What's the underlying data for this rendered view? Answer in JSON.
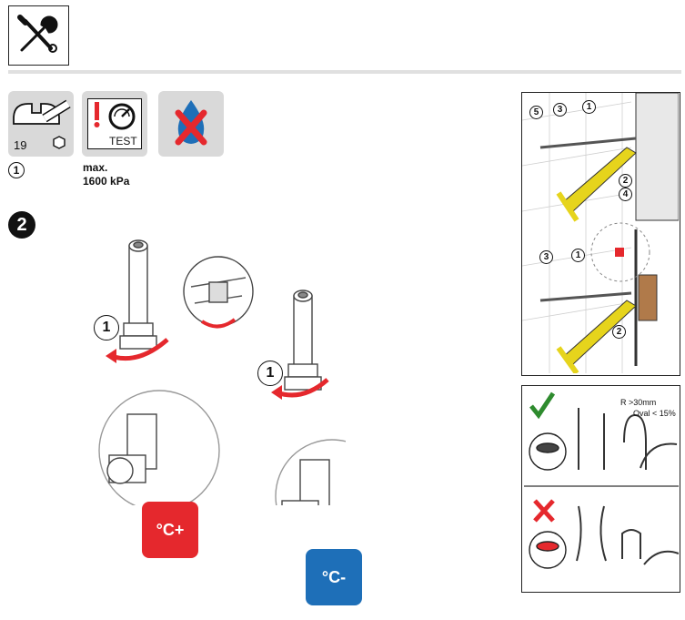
{
  "tools": {
    "wrench_size": "19",
    "test_label": "TEST",
    "step1_marker": "1",
    "pressure_max": "max.",
    "pressure_value": "1600 kPa"
  },
  "step2": {
    "marker": "2",
    "callout1": "1",
    "callout2": "1",
    "hot_symbol": "°C+",
    "cold_symbol": "°C-"
  },
  "mounting": {
    "labels": [
      "5",
      "3",
      "1",
      "2",
      "4"
    ],
    "labels_lower": [
      "3",
      "1",
      "2"
    ]
  },
  "hose": {
    "radius_label": "R >30mm",
    "oval_label": "Oval < 15%"
  },
  "colors": {
    "hot": "#e5282d",
    "cold": "#1e6fb8",
    "ok": "#2e8b2e",
    "bad": "#e5282d",
    "sealant": "#e6d41c"
  }
}
